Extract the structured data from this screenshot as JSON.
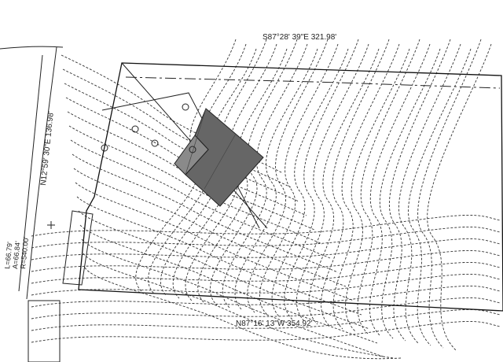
{
  "labels": {
    "north_bearing": "S87°28' 39\"E  321.98'",
    "south_bearing": "N87°16' 13\"W  354.92'",
    "west_bearing": "N12°59' 30\"E  136.98'",
    "curve_l": "L=66.79'",
    "curve_a": "A=66.84'",
    "curve_r": "R=540.00'"
  },
  "colors": {
    "building": "#666666",
    "lines": "#222222"
  }
}
